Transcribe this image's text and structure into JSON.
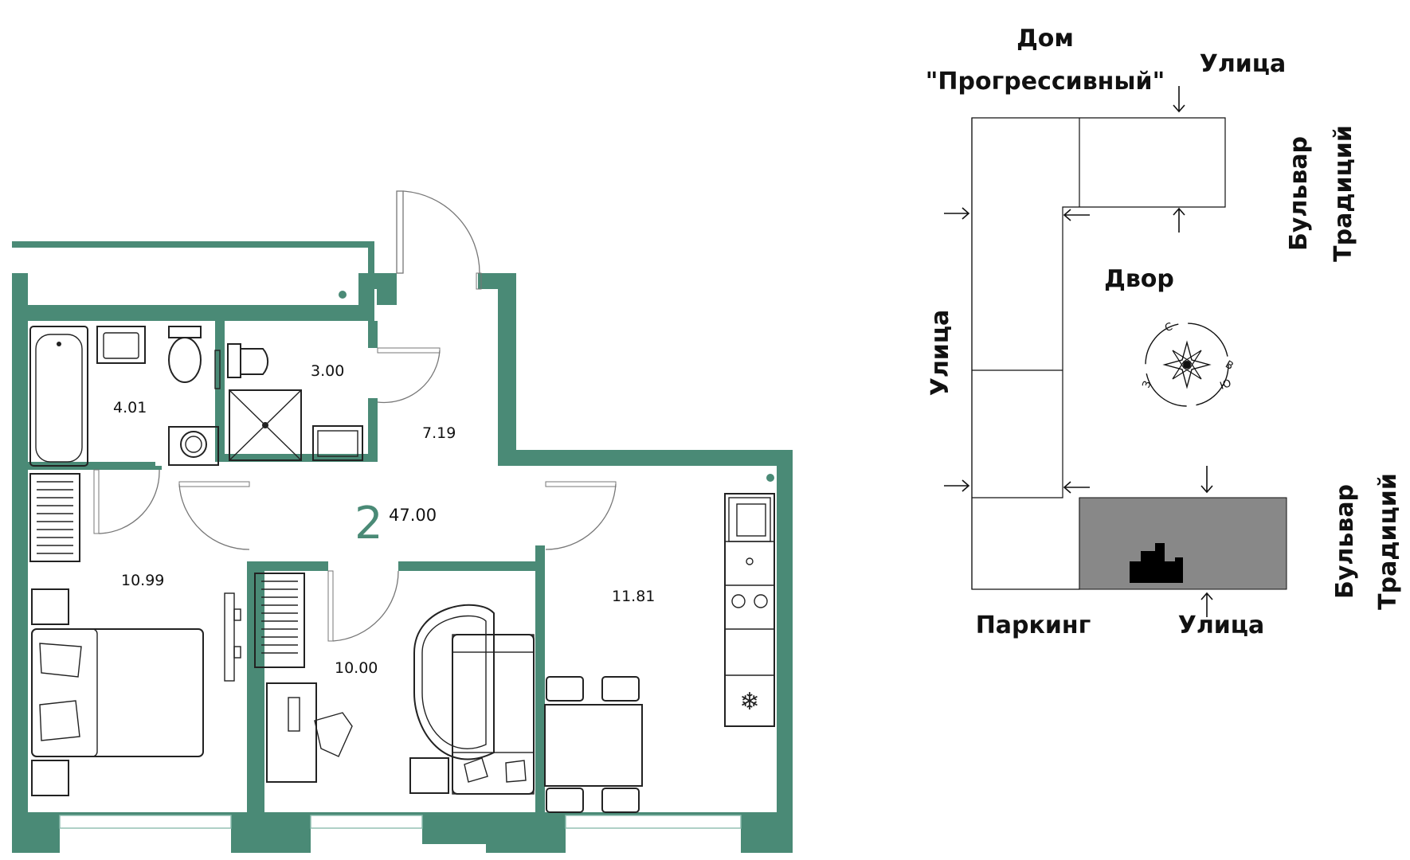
{
  "plan": {
    "wall_color": "#4a8a76",
    "rooms_count": "2",
    "total_area": "47.00",
    "areas": {
      "bathroom": "4.01",
      "wc": "3.00",
      "hall": "7.19",
      "bedroom": "10.99",
      "room": "10.00",
      "kitchen": "11.81"
    }
  },
  "site": {
    "title_line1": "Дом",
    "title_line2": "\"Прогрессивный\"",
    "street_top": "Улица",
    "street_left": "Улица",
    "street_bottom": "Улица",
    "boulevard_top_line1": "Бульвар",
    "boulevard_top_line2": "Традиций",
    "boulevard_bottom_line1": "Бульвар",
    "boulevard_bottom_line2": "Традиций",
    "yard": "Двор",
    "parking": "Паркинг",
    "compass": {
      "n": "С",
      "e": "В",
      "s": "Ю",
      "w": "З"
    },
    "highlight_color": "#888888",
    "apartment_color": "#000000"
  }
}
